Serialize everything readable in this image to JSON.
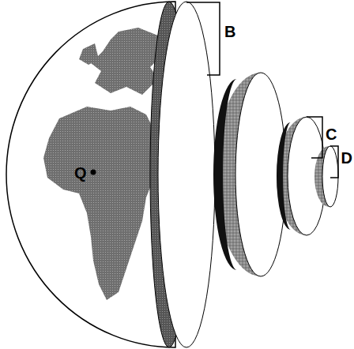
{
  "diagram": {
    "labels": [
      "B",
      "C",
      "D",
      "Q"
    ]
  }
}
